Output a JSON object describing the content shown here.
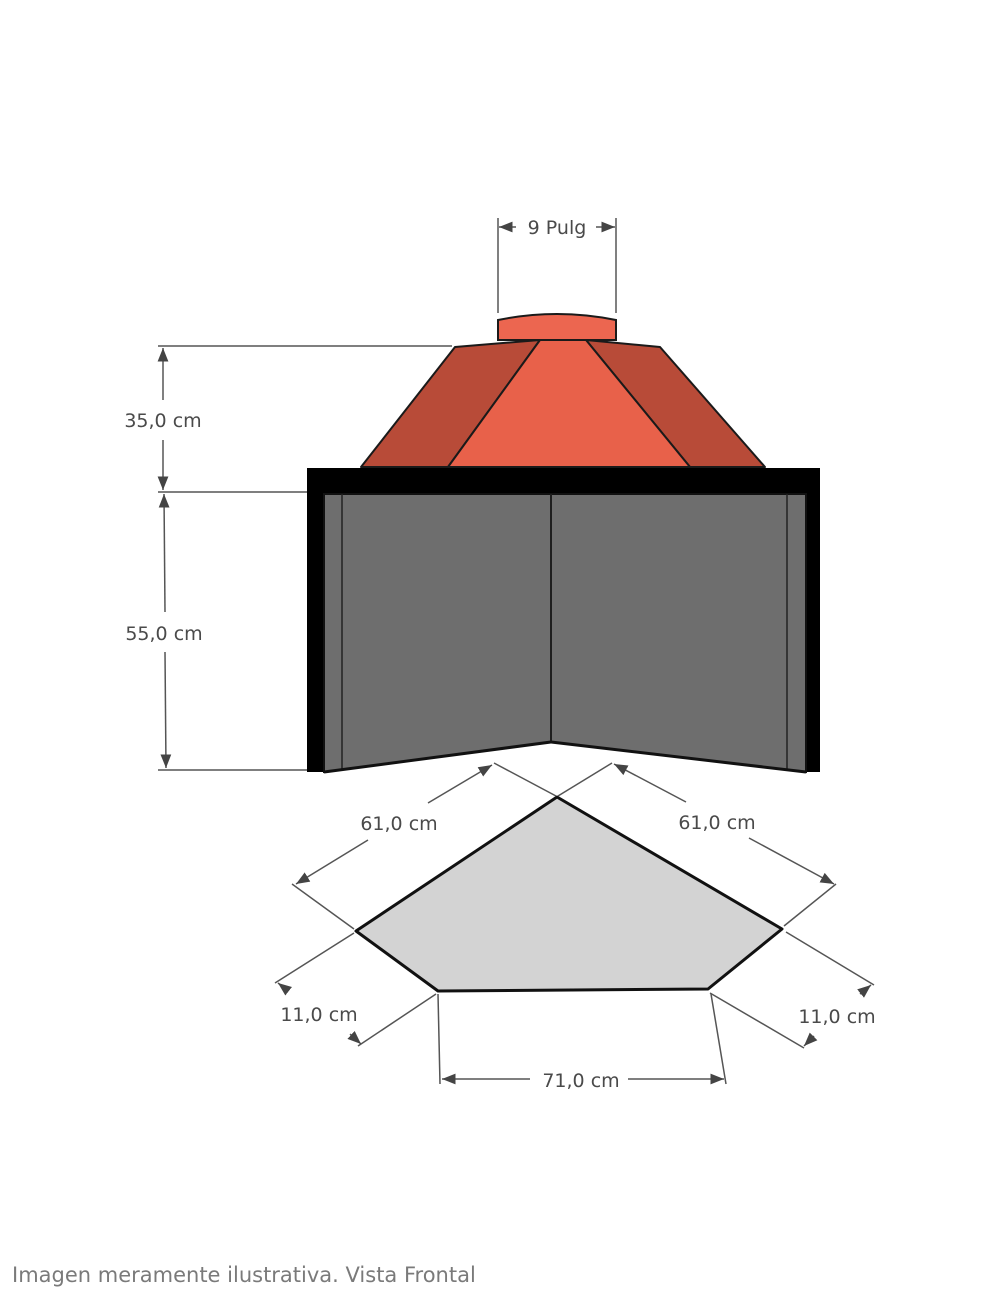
{
  "diagram": {
    "type": "technical-drawing",
    "subject": "corner fireplace with hood",
    "colors": {
      "hood_light": "#E8614A",
      "hood_dark": "#B84B38",
      "flue_collar": "#EC6650",
      "frame": "#000000",
      "inner_walls": "#6E6E6E",
      "footprint_fill": "#D3D3D3",
      "dimension_lines": "#444444",
      "dimension_text": "#4A4A4A",
      "caption_text": "#7A7A7A"
    },
    "dimensions": {
      "flue_diameter": "9 Pulg",
      "hood_height": "35,0 cm",
      "body_height": "55,0 cm",
      "side_left": "61,0 cm",
      "side_right": "61,0 cm",
      "return_left": "11,0 cm",
      "return_right": "11,0 cm",
      "front_width": "71,0 cm"
    },
    "caption": "Imagen meramente ilustrativa. Vista Frontal"
  }
}
